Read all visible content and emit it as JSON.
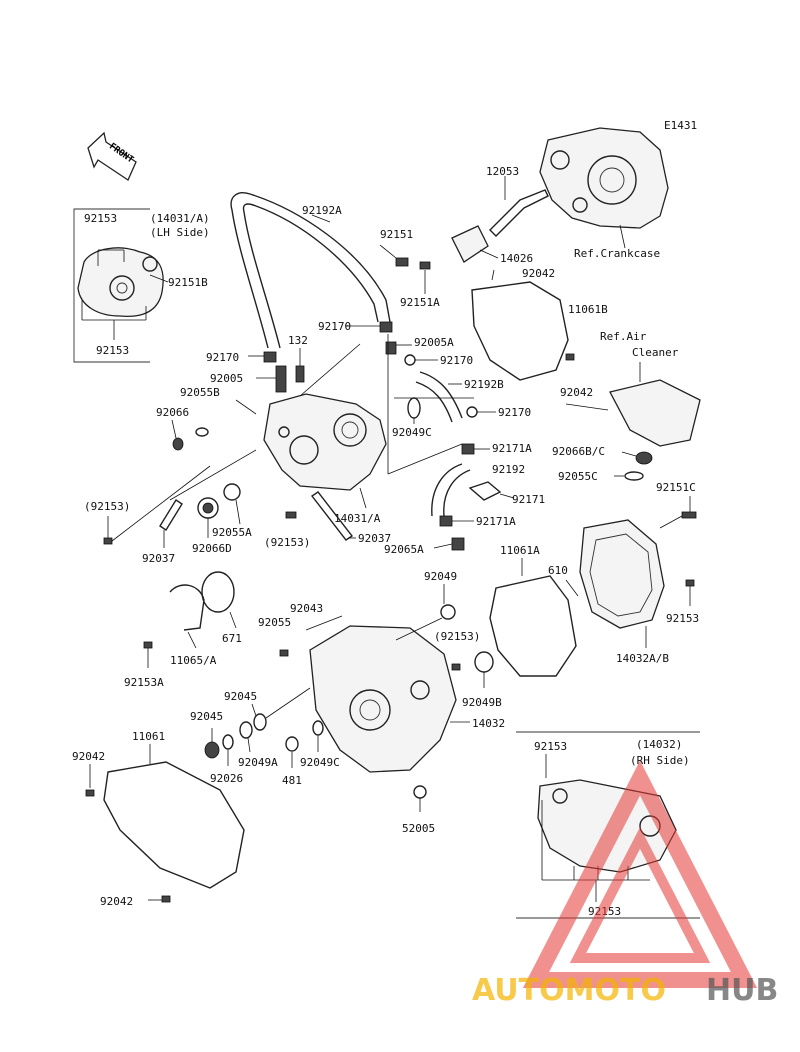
{
  "diagram_id": "E1431",
  "front_label": "FRONT",
  "references": {
    "crankcase": "Ref.Crankcase",
    "air_cleaner_1": "Ref.Air",
    "air_cleaner_2": "Cleaner"
  },
  "detail_lh": {
    "part": "92153",
    "group_1": "(14031/A)",
    "group_2": "(LH Side)",
    "bolt": "92151B",
    "bottom_part": "92153"
  },
  "detail_rh": {
    "part": "92153",
    "group_1": "(14032)",
    "group_2": "(RH Side)",
    "bottom_part": "92153"
  },
  "labels": {
    "p12053": "12053",
    "p92192A": "92192A",
    "p92151": "92151",
    "p14026": "14026",
    "p92042_top": "92042",
    "p92151A": "92151A",
    "p11061B": "11061B",
    "p92170_a": "92170",
    "p92005A": "92005A",
    "p132": "132",
    "p92170_b": "92170",
    "p92170_c": "92170",
    "p92005": "92005",
    "p92192B": "92192B",
    "p92042_r": "92042",
    "p92055B": "92055B",
    "p92170_d": "92170",
    "p92066": "92066",
    "p92049C_top": "92049C",
    "p92171A_top": "92171A",
    "p92066BC": "92066B/C",
    "p92192": "92192",
    "p92055C": "92055C",
    "p92171": "92171",
    "p92151C": "92151C",
    "p92153_paren": "(92153)",
    "p92055A": "92055A",
    "p14031A": "14031/A",
    "p92171A_b": "92171A",
    "p92037_a": "92037",
    "p92066D": "92066D",
    "p92153_paren2": "(92153)",
    "p92037_b": "92037",
    "p92065A": "92065A",
    "p11061A": "11061A",
    "p610": "610",
    "p92049": "92049",
    "p92153_r": "92153",
    "p92043": "92043",
    "p92055": "92055",
    "p671": "671",
    "p92153_paren3": "(92153)",
    "p14032AB": "14032A/B",
    "p11065A": "11065/A",
    "p92153A": "92153A",
    "p92049B": "92049B",
    "p92045_a": "92045",
    "p92045_b": "92045",
    "p14032": "14032",
    "p11061": "11061",
    "p92042_l": "92042",
    "p92049A": "92049A",
    "p92049C": "92049C",
    "p92026": "92026",
    "p481": "481",
    "p52005": "52005",
    "p92042_b": "92042"
  },
  "watermark": {
    "brand_a": "AUTOMOTO",
    "brand_b": "HUB",
    "color_primary": "#e53935",
    "color_secondary": "#f4b400",
    "color_dark": "#555555"
  }
}
